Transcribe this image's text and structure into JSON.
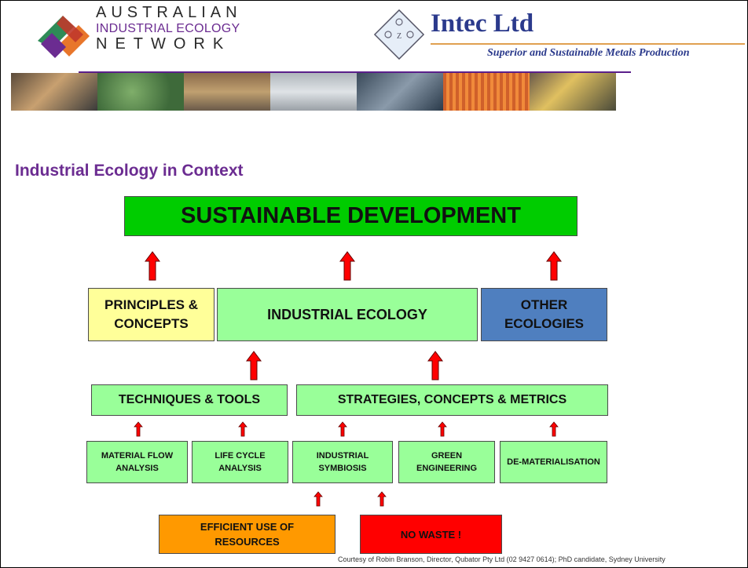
{
  "header": {
    "aien": {
      "line1": "AUSTRALIAN",
      "line2": "INDUSTRIAL ECOLOGY",
      "line3": "NETWORK"
    },
    "intec": {
      "name": "Intec Ltd",
      "tagline": "Superior and Sustainable Metals Production"
    }
  },
  "title": "Industrial Ecology in Context",
  "diagram": {
    "top": "SUSTAINABLE DEVELOPMENT",
    "row2": {
      "principles": "PRINCIPLES & CONCEPTS",
      "industrial_ecology": "INDUSTRIAL ECOLOGY",
      "other": "OTHER ECOLOGIES"
    },
    "row3": {
      "techniques": "TECHNIQUES & TOOLS",
      "strategies": "STRATEGIES, CONCEPTS & METRICS"
    },
    "row4": {
      "mfa": "MATERIAL FLOW ANALYSIS",
      "lca": "LIFE CYCLE ANALYSIS",
      "symbiosis": "INDUSTRIAL SYMBIOSIS",
      "green_eng": "GREEN ENGINEERING",
      "demat": "DE-MATERIALISATION"
    },
    "row5": {
      "efficient": "EFFICIENT USE OF RESOURCES",
      "no_waste": "NO WASTE !"
    }
  },
  "footer": "Courtesy of Robin Branson, Director, Qubator Pty Ltd (02 9427 0614); PhD candidate, Sydney University"
}
